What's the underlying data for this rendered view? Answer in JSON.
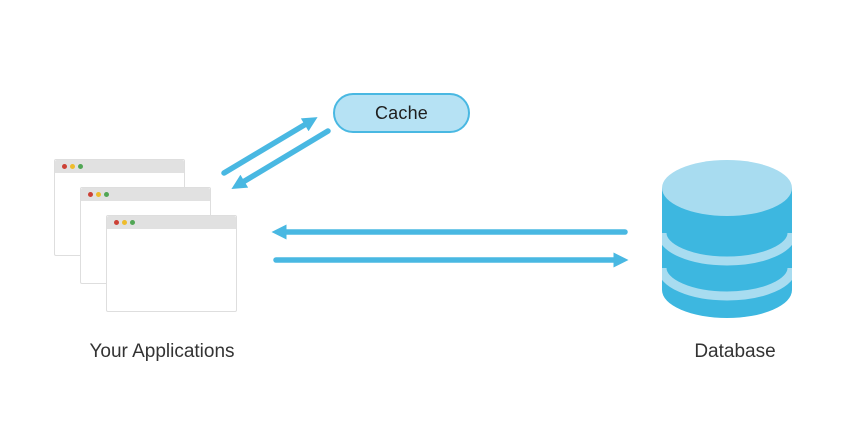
{
  "diagram": {
    "nodes": {
      "applications": {
        "label": "Your Applications",
        "icon": "browser-windows-stack",
        "window_count": 3
      },
      "cache": {
        "label": "Cache",
        "shape": "pill"
      },
      "database": {
        "label": "Database",
        "icon": "database-cylinder"
      }
    },
    "arrows": [
      {
        "from": "applications",
        "to": "cache"
      },
      {
        "from": "cache",
        "to": "applications"
      },
      {
        "from": "database",
        "to": "applications"
      },
      {
        "from": "applications",
        "to": "database"
      }
    ],
    "colors": {
      "arrow": "#49b8e2",
      "cache_fill": "#b6e2f4",
      "cache_border": "#49b8e2",
      "database_body": "#3db7e0",
      "database_top": "#a8dcf0",
      "window_titlebar": "#e1e1e1",
      "window_border": "#dedede",
      "dot_red": "#cc4136",
      "dot_yellow": "#eebc2c",
      "dot_green": "#51a655",
      "label_text": "#333333",
      "background": "#ffffff"
    }
  }
}
